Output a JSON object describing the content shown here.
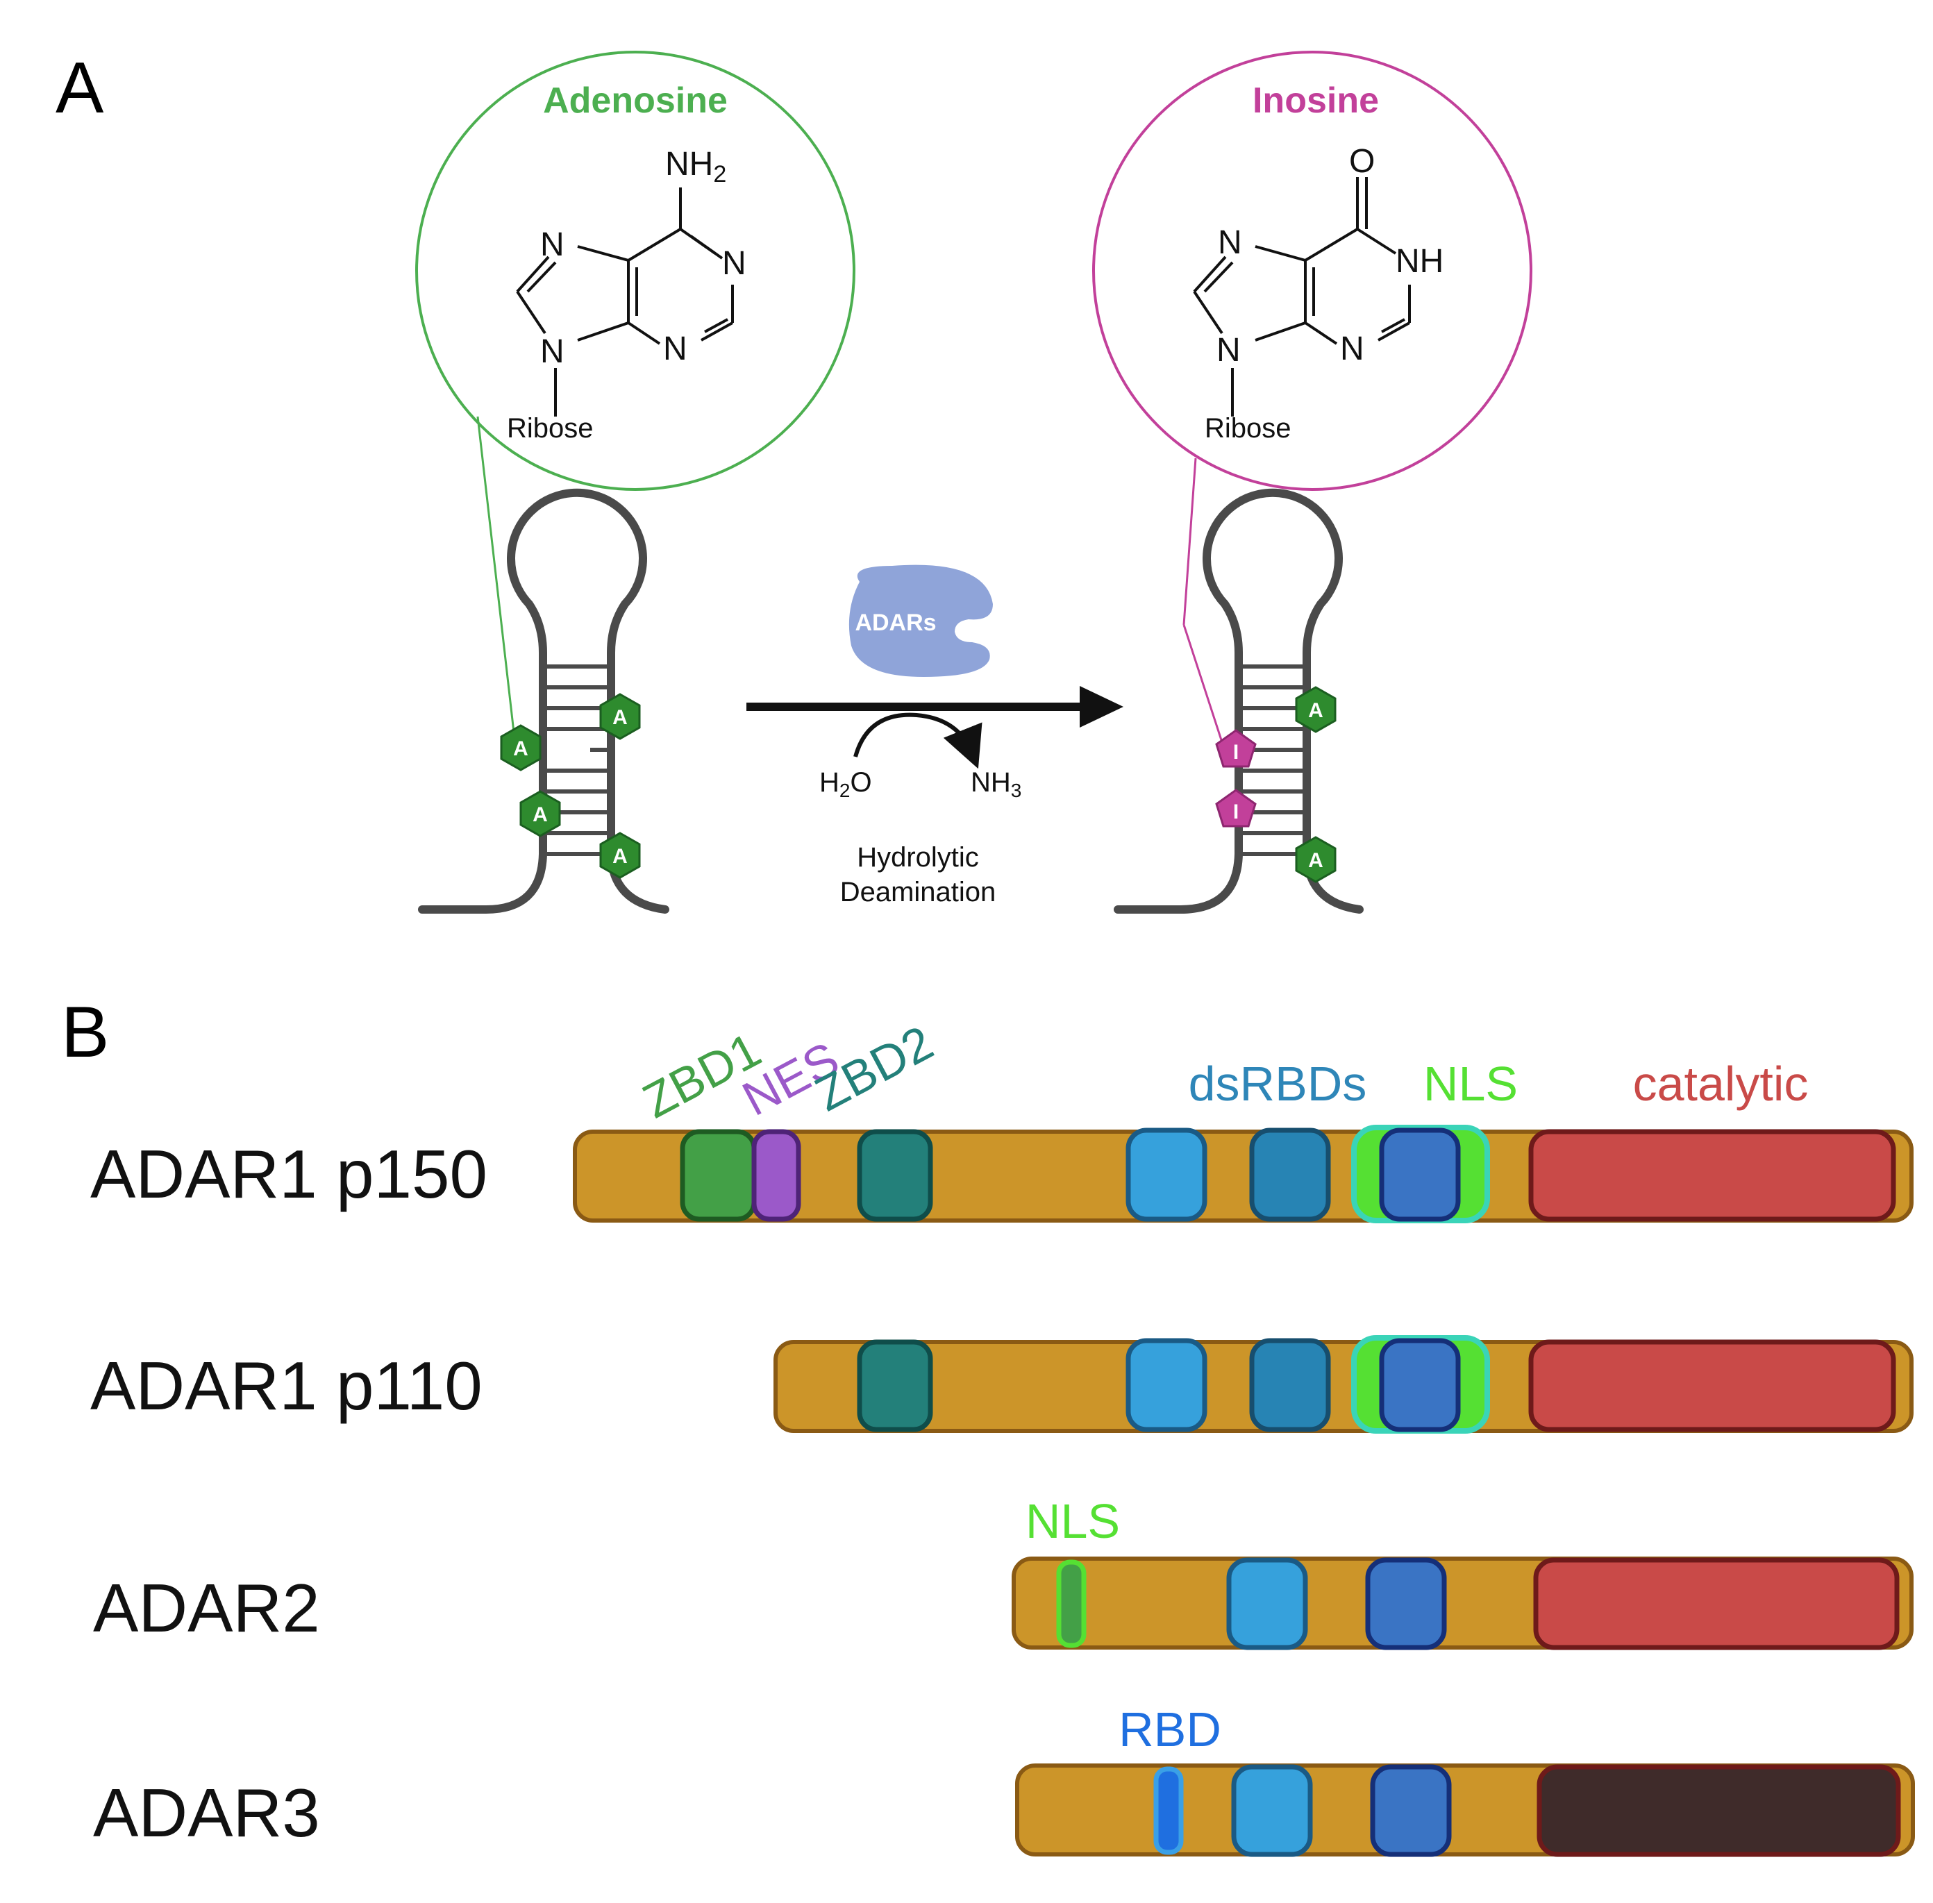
{
  "panel_a": {
    "letter": "A",
    "adenosine": {
      "title": "Adenosine",
      "nh2": "NH",
      "nh2_sub": "2",
      "n1": "N",
      "n2": "N",
      "n3": "N",
      "n4": "N",
      "ribose": "Ribose",
      "color": "#4caf50"
    },
    "inosine": {
      "title": "Inosine",
      "o": "O",
      "nh": "NH",
      "n1": "N",
      "n2": "N",
      "n3": "N",
      "ribose": "Ribose",
      "color": "#c2409a"
    },
    "enzyme": "ADARs",
    "h2o": "H",
    "h2o_sub": "2",
    "h2o_o": "O",
    "nh3": "NH",
    "nh3_sub": "3",
    "reaction_line1": "Hydrolytic",
    "reaction_line2": "Deamination",
    "left_bases": [
      "A",
      "A",
      "A",
      "A"
    ],
    "right_bases_a": [
      "A",
      "A"
    ],
    "right_bases_i": [
      "I",
      "I"
    ]
  },
  "panel_b": {
    "letter": "B",
    "proteins": [
      {
        "name": "ADAR1 p150"
      },
      {
        "name": "ADAR1 p110"
      },
      {
        "name": "ADAR2"
      },
      {
        "name": "ADAR3"
      }
    ],
    "labels": {
      "zbd1": "ZBD1",
      "nes": "NES",
      "zbd2": "ZBD2",
      "dsrbds": "dsRBDs",
      "nls": "NLS",
      "catalytic": "catalytic",
      "nls2": "NLS",
      "rbd": "RBD"
    },
    "colors": {
      "backbone": "#cc9529",
      "zbd1": "#43a047",
      "nes": "#9b59c9",
      "zbd2": "#23807a",
      "dsrbd_light": "#36a1dc",
      "dsrbd_mid": "#2784b4",
      "dsrbd_dark": "#3a74c4",
      "nls": "#55e033",
      "catalytic": "#c94a48",
      "catalytic_inactive": "#3f2b2a",
      "rbd": "#1f6fe0"
    }
  }
}
